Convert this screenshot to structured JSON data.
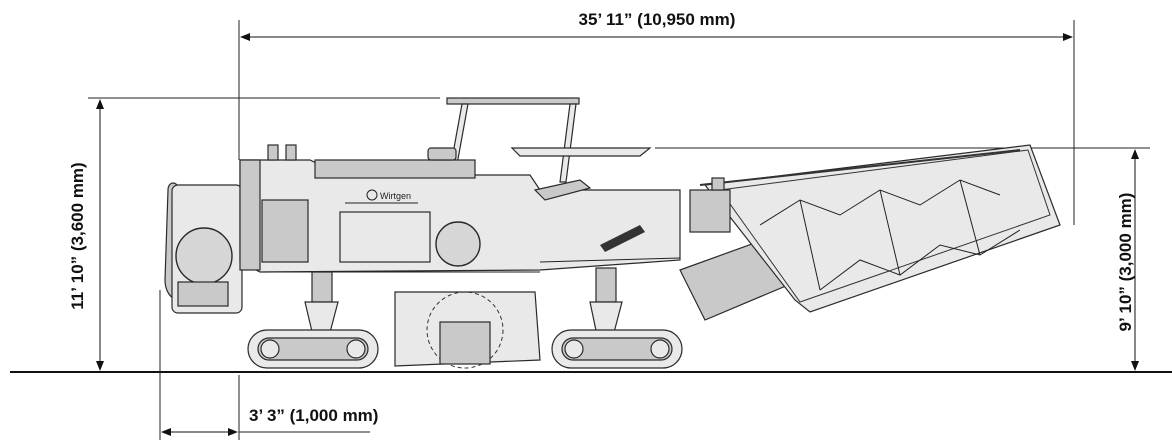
{
  "dimensions": {
    "overall_length": "35’ 11” (10,950 mm)",
    "overall_height": "11’ 10” (3,600 mm)",
    "conveyor_height": "9’ 10” (3,000 mm)",
    "front_overhang": "3’ 3” (1,000 mm)"
  },
  "machine": {
    "brand_logo": "Wirtgen"
  },
  "colors": {
    "line": "#222222",
    "body": "#e9e9e9",
    "shade": "#c9c9c9"
  }
}
